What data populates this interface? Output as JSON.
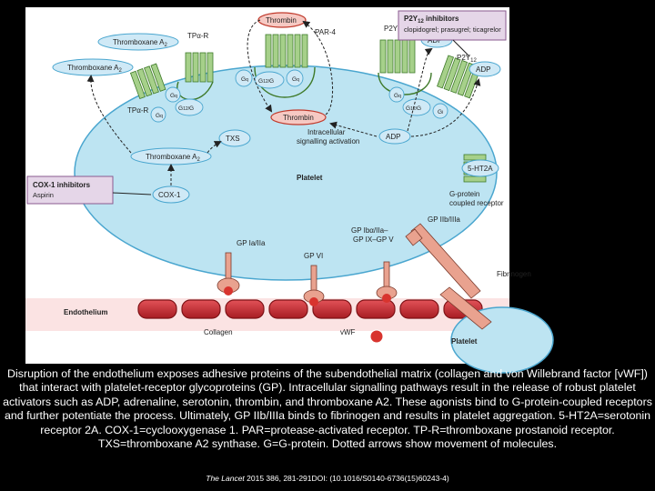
{
  "diagram": {
    "labels": {
      "thrombin_top": "Thrombin",
      "par4": "PAR-4",
      "p2y1": "P2Y",
      "p2y1_sub": "1",
      "p2y12": "P2Y",
      "p2y12_sub": "12",
      "adp1": "ADP",
      "adp2": "ADP",
      "adp3": "ADP",
      "txa_top": "Thromboxane A",
      "txa_left": "Thromboxane A",
      "txa_inner": "Thromboxane A",
      "txa_sub": "2",
      "tpr_top": "TPα-R",
      "tpr_bottom": "TPα-R",
      "gq": "G",
      "gq_sub": "q",
      "g1213": "G",
      "g1213_sub": "12/",
      "g13": "G",
      "g13_sub": "13",
      "gi": "G",
      "gi_sub": "i",
      "thrombin_inner": "Thrombin",
      "intracellular": "Intracellular",
      "signalling": "signalling activation",
      "txs": "TXS",
      "platelet": "Platelet",
      "platelet2": "Platelet",
      "cox1": "COX-1",
      "ht2a": "5-HT2A",
      "gpcr1": "G-protein",
      "gpcr2": "coupled receptor",
      "gp2b3a": "GP IIb/IIIa",
      "gp1a2a": "GP Ia/IIa",
      "gpvi": "GP VI",
      "gp1b1": "GP Ibα/IIa–",
      "gp1b2": "GP IX–GP V",
      "fibrinogen": "Fibrinogen",
      "endothelium": "Endothelium",
      "collagen": "Collagen",
      "vwf": "vWF"
    },
    "p2y12_box": {
      "title": "P2Y",
      "title_sub": "12",
      "title_tail": " inhibitors",
      "drugs": "clopidogrel; prasugrel; ticagrelor"
    },
    "cox_box": {
      "title": "COX-1 inhibitors",
      "drug": "Aspirin"
    },
    "colors": {
      "platelet": "#bde4f2",
      "receptor": "#a6d08a",
      "ellipse": "#cfe9f6",
      "thrombin": "#f6c9c3",
      "cell": "#c72a2f",
      "gp": "#e9a28f",
      "inhibitor_box": "#e5d6e8"
    }
  },
  "caption": "Disruption of the endothelium exposes adhesive proteins of the subendothelial matrix (collagen and von Willebrand factor [vWF]) that interact with platelet-receptor glycoproteins (GP). Intracellular signalling pathways result in the release of robust platelet activators such as ADP, adrenaline, serotonin, thrombin, and thromboxane A2. These agonists bind to G-protein-coupled receptors and further potentiate the process. Ultimately, GP IIb/IIIa binds to fibrinogen and results in platelet aggregation. 5-HT2A=serotonin receptor 2A. COX-1=cyclooxygenase 1. PAR=protease-activated receptor. TP-R=thromboxane prostanoid receptor. TXS=thromboxane A2 synthase. G=G-protein. Dotted arrows show movement of molecules.",
  "citation": {
    "journal": "The Lancet",
    "details": " 2015 386, 281-291DOI: (10.1016/S0140-6736(15)60243-4)"
  }
}
